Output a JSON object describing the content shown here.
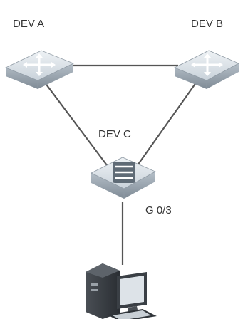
{
  "devices": {
    "dev_a": {
      "label": "DEV A"
    },
    "dev_b": {
      "label": "DEV B"
    },
    "dev_c": {
      "label": "DEV C"
    }
  },
  "ports": {
    "dev_c_port": {
      "label": "G 0/3"
    }
  },
  "icons": {
    "router": "router-icon",
    "switch": "switch-icon",
    "pc": "pc-icon"
  },
  "colors": {
    "device_top": "#dfe6ec",
    "device_side": "#9aa6b1",
    "link": "#555555",
    "text": "#333333"
  }
}
